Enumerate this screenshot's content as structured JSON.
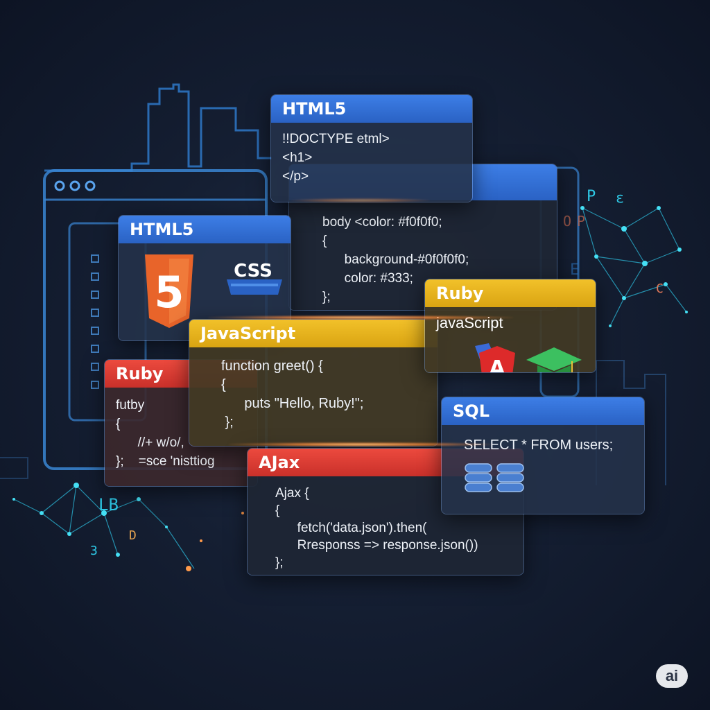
{
  "cards": {
    "html_top": {
      "title": "HTML5",
      "lines": [
        "!!DOCTYPE etml>",
        "<h1>",
        "</p>"
      ]
    },
    "css_code": {
      "lines": [
        "body <color: #f0f0f0;",
        "{",
        "      background-#0f0f0f0;",
        "      color: #333;",
        "};"
      ]
    },
    "html_logo": {
      "title": "HTML5",
      "shield_text": "5",
      "css_label": "CSS"
    },
    "ruby_top": {
      "title": "Ruby",
      "subtitle": "javaScript",
      "angular_letter": "A"
    },
    "javascript": {
      "title": "JavaScript",
      "lines": [
        "function greet() {",
        "{",
        "      puts \"Hello, Ruby!\";",
        " };"
      ]
    },
    "ruby_left": {
      "title": "Ruby",
      "lines": [
        "futby",
        "{",
        "      //+ w/o/,",
        "};    =sce 'nisttiog"
      ]
    },
    "sql": {
      "title": "SQL",
      "lines": [
        "SELECT * FROM users;"
      ]
    },
    "ajax": {
      "title": "AJax",
      "lines": [
        "Ajax {",
        "{",
        "      fetch('data.json').then(",
        "      Rresponss => response.json())",
        "};"
      ]
    }
  },
  "decor": {
    "right_glyphs": [
      "P",
      "ε",
      "O",
      "P",
      "E",
      "C"
    ],
    "left_glyphs": [
      "LB",
      "D",
      "3"
    ]
  },
  "badge": "ai",
  "colors": {
    "accent_blue": "#3d7ee6",
    "accent_yellow": "#f2c12a",
    "accent_red": "#ec4a3e",
    "neon_cyan": "#2ec9e6",
    "html_orange": "#e8642a"
  }
}
